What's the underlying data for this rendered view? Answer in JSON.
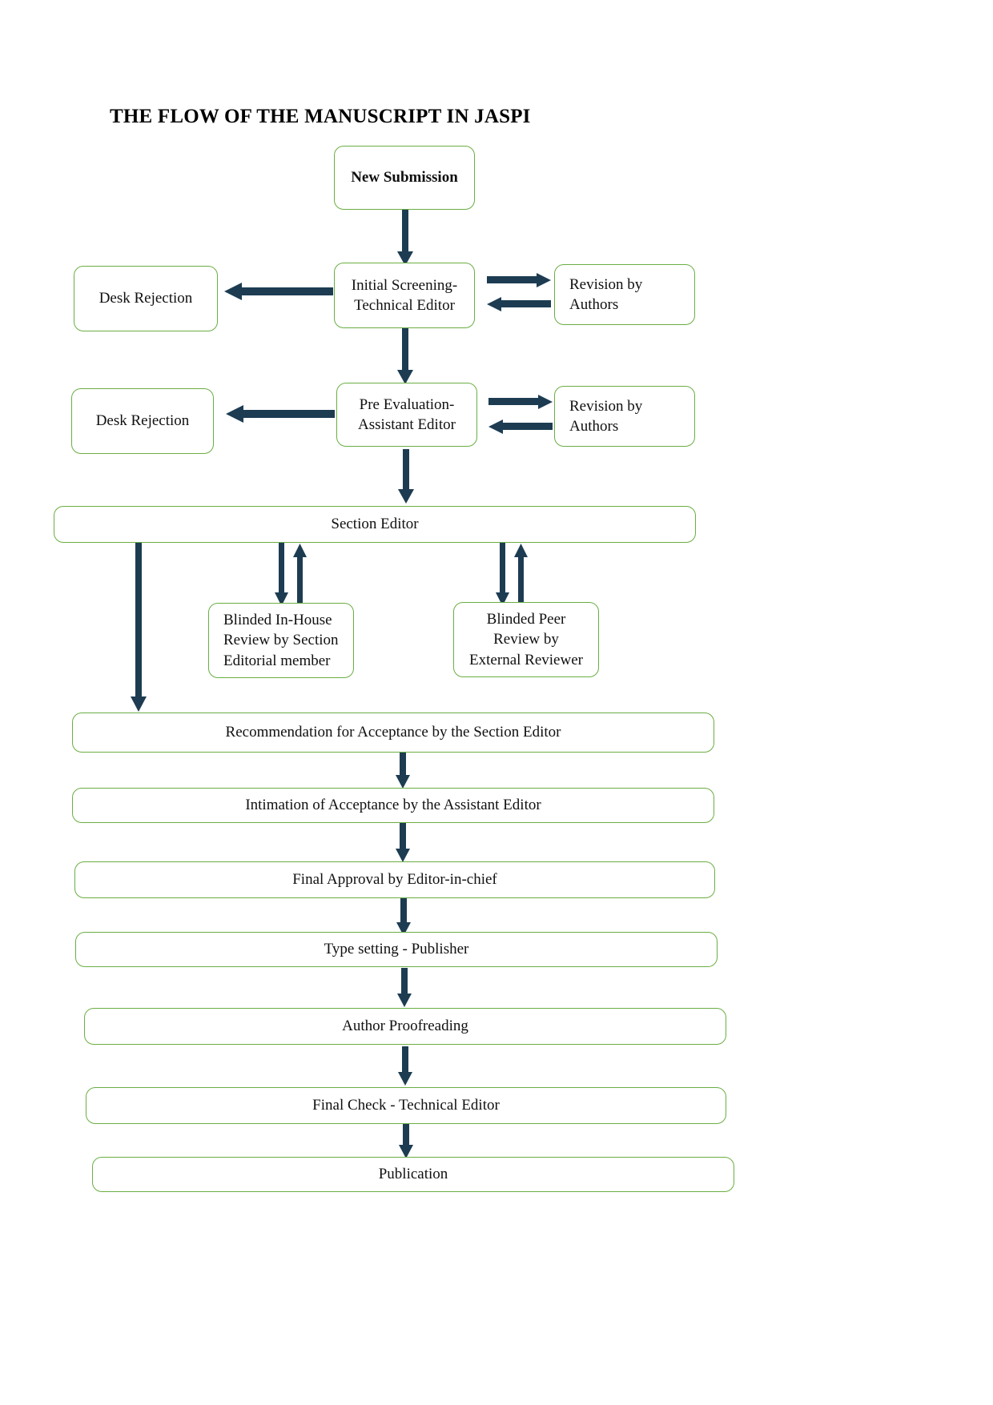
{
  "diagram": {
    "title": "THE FLOW OF THE MANUSCRIPT IN JASPI",
    "colors": {
      "box_border": "#6AAE43",
      "arrow": "#1D3C52",
      "text": "#101010",
      "background": "#FFFFFF"
    },
    "nodes": {
      "new_submission": "New Submission",
      "desk_rejection_1": "Desk Rejection",
      "initial_screening": "Initial Screening-\nTechnical Editor",
      "revision_by_authors_1": "Revision by\nAuthors",
      "desk_rejection_2": "Desk Rejection",
      "pre_evaluation": "Pre Evaluation-\nAssistant Editor",
      "revision_by_authors_2": "Revision by\nAuthors",
      "section_editor": "Section Editor",
      "blinded_in_house_review": "Blinded In-House\nReview by Section\nEditorial member",
      "blinded_peer_review": "Blinded Peer\nReview by\nExternal Reviewer",
      "recommendation_acceptance": "Recommendation for Acceptance by the Section Editor",
      "intimation_acceptance": "Intimation of  Acceptance by the Assistant Editor",
      "final_approval": "Final Approval by Editor-in-chief",
      "type_setting": "Type setting - Publisher",
      "author_proofreading": "Author Proofreading",
      "final_check": "Final Check - Technical Editor",
      "publication": "Publication"
    },
    "edges": [
      {
        "name": "new-submission-to-initial-screening",
        "from": "new_submission",
        "to": "initial_screening",
        "direction": "down"
      },
      {
        "name": "initial-screening-to-desk-rejection",
        "from": "initial_screening",
        "to": "desk_rejection_1",
        "direction": "left"
      },
      {
        "name": "initial-screening-to-revision",
        "from": "initial_screening",
        "to": "revision_by_authors_1",
        "direction": "right"
      },
      {
        "name": "revision-to-initial-screening",
        "from": "revision_by_authors_1",
        "to": "initial_screening",
        "direction": "left"
      },
      {
        "name": "initial-screening-to-pre-evaluation",
        "from": "initial_screening",
        "to": "pre_evaluation",
        "direction": "down"
      },
      {
        "name": "pre-evaluation-to-desk-rejection",
        "from": "pre_evaluation",
        "to": "desk_rejection_2",
        "direction": "left"
      },
      {
        "name": "pre-evaluation-to-revision",
        "from": "pre_evaluation",
        "to": "revision_by_authors_2",
        "direction": "right"
      },
      {
        "name": "revision-to-pre-evaluation",
        "from": "revision_by_authors_2",
        "to": "pre_evaluation",
        "direction": "left"
      },
      {
        "name": "pre-evaluation-to-section-editor",
        "from": "pre_evaluation",
        "to": "section_editor",
        "direction": "down"
      },
      {
        "name": "section-editor-to-in-house-review",
        "from": "section_editor",
        "to": "blinded_in_house_review",
        "direction": "down"
      },
      {
        "name": "in-house-review-to-section-editor",
        "from": "blinded_in_house_review",
        "to": "section_editor",
        "direction": "up"
      },
      {
        "name": "section-editor-to-peer-review",
        "from": "section_editor",
        "to": "blinded_peer_review",
        "direction": "down"
      },
      {
        "name": "peer-review-to-section-editor",
        "from": "blinded_peer_review",
        "to": "section_editor",
        "direction": "up"
      },
      {
        "name": "section-editor-to-recommendation",
        "from": "section_editor",
        "to": "recommendation_acceptance",
        "direction": "down"
      },
      {
        "name": "recommendation-to-intimation",
        "from": "recommendation_acceptance",
        "to": "intimation_acceptance",
        "direction": "down"
      },
      {
        "name": "intimation-to-final-approval",
        "from": "intimation_acceptance",
        "to": "final_approval",
        "direction": "down"
      },
      {
        "name": "final-approval-to-type-setting",
        "from": "final_approval",
        "to": "type_setting",
        "direction": "down"
      },
      {
        "name": "type-setting-to-author-proofreading",
        "from": "type_setting",
        "to": "author_proofreading",
        "direction": "down"
      },
      {
        "name": "author-proofreading-to-final-check",
        "from": "author_proofreading",
        "to": "final_check",
        "direction": "down"
      },
      {
        "name": "final-check-to-publication",
        "from": "final_check",
        "to": "publication",
        "direction": "down"
      }
    ]
  }
}
